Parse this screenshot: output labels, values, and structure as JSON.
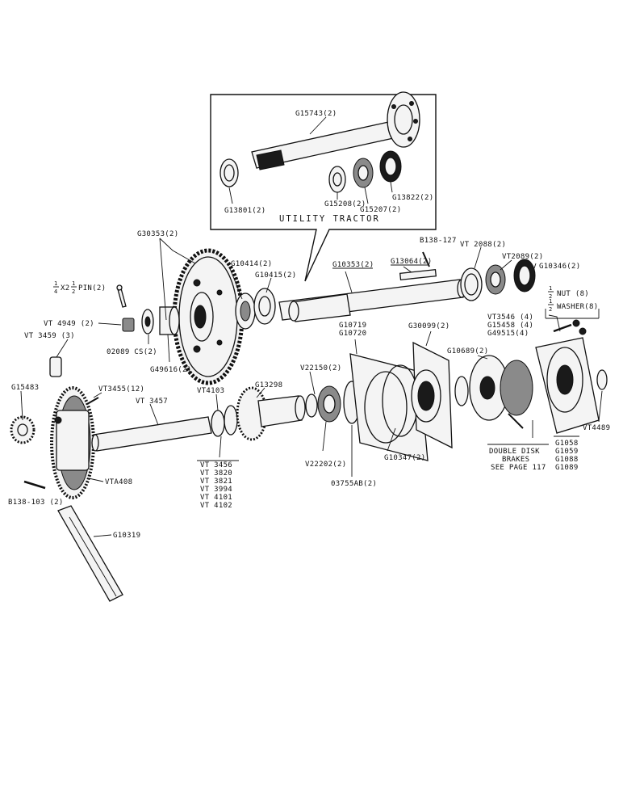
{
  "inset": {
    "caption": "UTILITY TRACTOR",
    "labels": {
      "g15743": "G15743(2)",
      "g13801": "G13801(2)",
      "g15208": "G15208(2)",
      "g15207": "G15207(2)",
      "g13822": "G13822(2)"
    }
  },
  "labels": {
    "b138_127": "B138-127",
    "g30353": "G30353(2)",
    "g10414": "G10414(2)",
    "g10415": "G10415(2)",
    "g10353": "G10353(2)",
    "g13064": "G13064(2)",
    "vt2088": "VT 2088(2)",
    "vt2089": "VT2089(2)",
    "g10346": "G10346(2)",
    "pin_a": "1",
    "pin_b": "4",
    "pin_c": "X2",
    "pin_d": "1",
    "pin_e": "2",
    "pin_f": "PIN(2)",
    "nut_a": "1",
    "nut_b": "2",
    "nut_c": "NUT (8)",
    "washer_a": "1",
    "washer_b": "2",
    "washer_c": "WASHER(8)",
    "vt4949": "VT 4949 (2)",
    "vt3546": "VT3546 (4)",
    "g15458": "G15458 (4)",
    "g49515": "G49515(4)",
    "g02089": "02089 CS(2)",
    "g49616": "G49616(2)",
    "g10719": "G10719",
    "g10720": "G10720",
    "g30099": "G30099(2)",
    "vt3459": "VT 3459 (3)",
    "g10689": "G10689(2)",
    "g15483": "G15483",
    "vt3455": "VT3455(12)",
    "vt3457": "VT 3457",
    "vt4103": "VT4103",
    "g13298": "G13298",
    "v22150": "V22150(2)",
    "vt4489": "VT4489",
    "vt3456": "VT 3456",
    "vt3820": "VT 3820",
    "vt3821": "VT 3821",
    "vt3994": "VT 3994",
    "vt4101": "VT 4101",
    "vt4102": "VT 4102",
    "v22202": "V22202(2)",
    "g10347": "G10347(2)",
    "brakes_1": "DOUBLE DISK",
    "brakes_2": "BRAKES",
    "brakes_3": "SEE PAGE 117",
    "g1058": "G1058",
    "g1059": "G1059",
    "g1088": "G1088",
    "g1089": "G1089",
    "vta408": "VTA408",
    "g03755": "03755AB(2)",
    "b138_103": "B138-103 (2)",
    "g10319": "G10319"
  }
}
